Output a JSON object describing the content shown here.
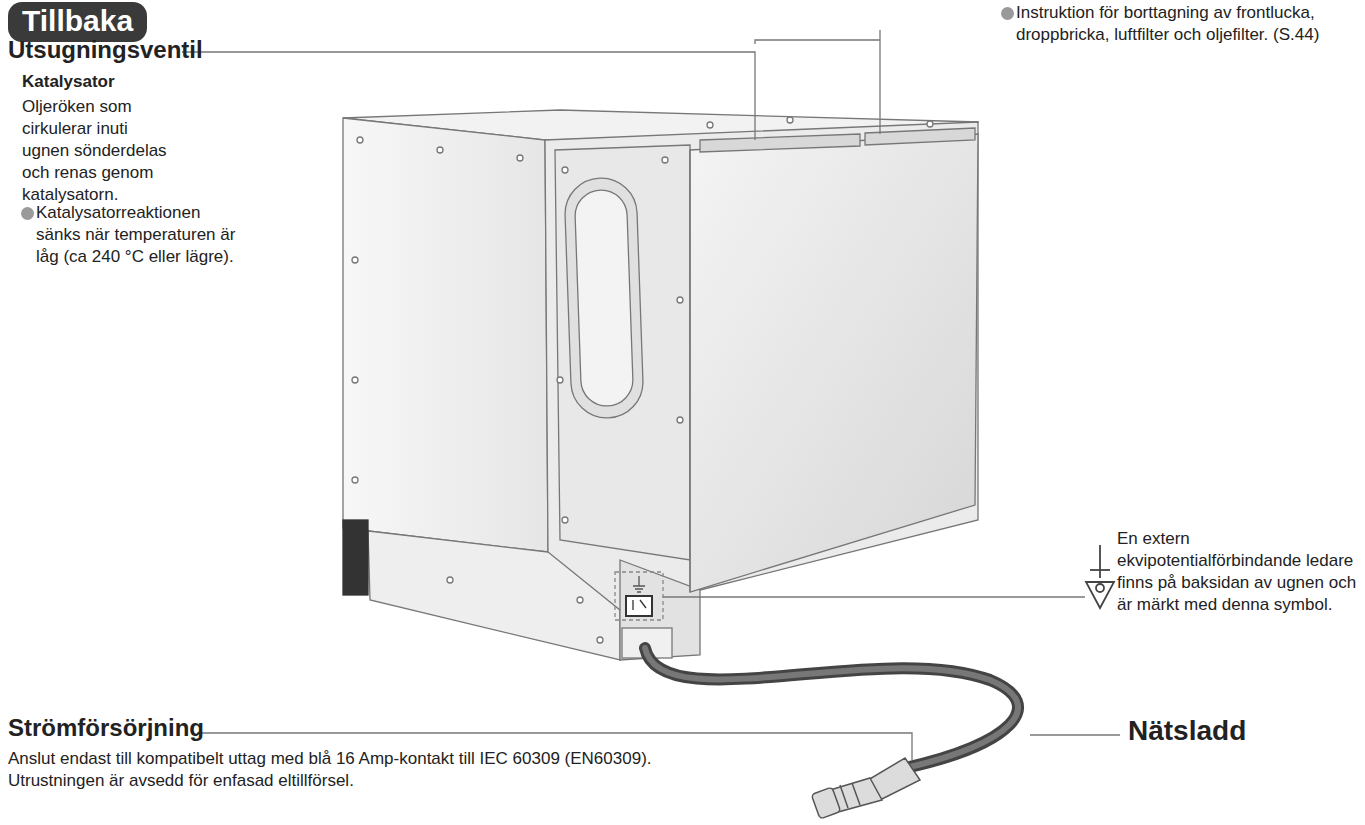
{
  "diagram": {
    "title": "Tillbaka",
    "labels": [
      "Utsugningsventil",
      "Katalysator",
      "Oljeröken som cirkulerar inuti ugnen sönderdelas och renas genom katalysatorn.",
      "Katalysatorreaktionen sänks när temperaturen är låg (ca 240 °C eller lägre).",
      "Instruktion för borttagning av frontlucka, droppbricka, luftfilter och oljefilter. (S.44)",
      "En extern ekvipotentialförbindande ledare finns på baksidan av ugnen och är märkt med denna symbol.",
      "Strömförsörjning",
      "Anslut endast till kompatibelt uttag med blå 16 Amp-kontakt till IEC 60309 (EN60309). Utrustningen är avsedd för enfasad eltillförsel.",
      "Nätsladd"
    ]
  }
}
